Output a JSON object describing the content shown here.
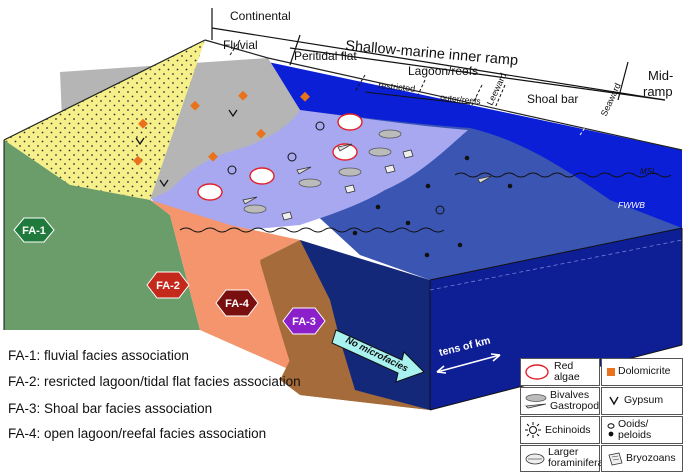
{
  "header": {
    "continental": "Continental",
    "shallow_marine": "Shallow-marine inner ramp",
    "mid_ramp_1": "Mid-",
    "mid_ramp_2": "ramp"
  },
  "zones": {
    "fluvial": "Fluvial",
    "peritidal": "Peritidal flat",
    "lagoon": "Lagoon/reefs",
    "restricted": "restricted",
    "outer_reefs": "outer/reefs",
    "leeward": "Leeward",
    "shoal_bar": "Shoal bar",
    "seaward": "Seaward"
  },
  "water_levels": {
    "msl": "MSL",
    "fwwb": "FWWB"
  },
  "facies_tags": {
    "fa1": "FA-1",
    "fa2": "FA-2",
    "fa3": "FA-3",
    "fa4": "FA-4"
  },
  "annotations": {
    "no_microfacies": "No microfacies",
    "scale": "tens of km"
  },
  "key": {
    "fa1": "FA-1: fluvial facies association",
    "fa2": "FA-2: resricted lagoon/tidal flat facies association",
    "fa3": "FA-3: Shoal bar facies association",
    "fa4": "FA-4: open lagoon/reefal facies association"
  },
  "legend": {
    "red_algae_1": "Red",
    "red_algae_2": "algae",
    "dolomicrite": "Dolomicrite",
    "bivalves": "Bivalves",
    "gastropod": "Gastropod",
    "gypsum": "Gypsum",
    "echinoids": "Echinoids",
    "ooids_1": "Ooids/",
    "ooids_2": "peloids",
    "larger_1": "Larger",
    "larger_2": "foraminifera",
    "bryozoans": "Bryozoans"
  },
  "colors": {
    "fluvial_yellow": "#f6f08a",
    "peritidal_gray": "#b5b5b5",
    "lagoon_lavender": "#a7a8f0",
    "shoal_blue": "#3e5aa6",
    "deep_blue": "#0b1fd6",
    "fa1_green": "#1f7a3c",
    "fa2_red": "#c42a1c",
    "fa3_purple": "#8b1fc9",
    "fa4_maroon": "#7a0f0f"
  }
}
